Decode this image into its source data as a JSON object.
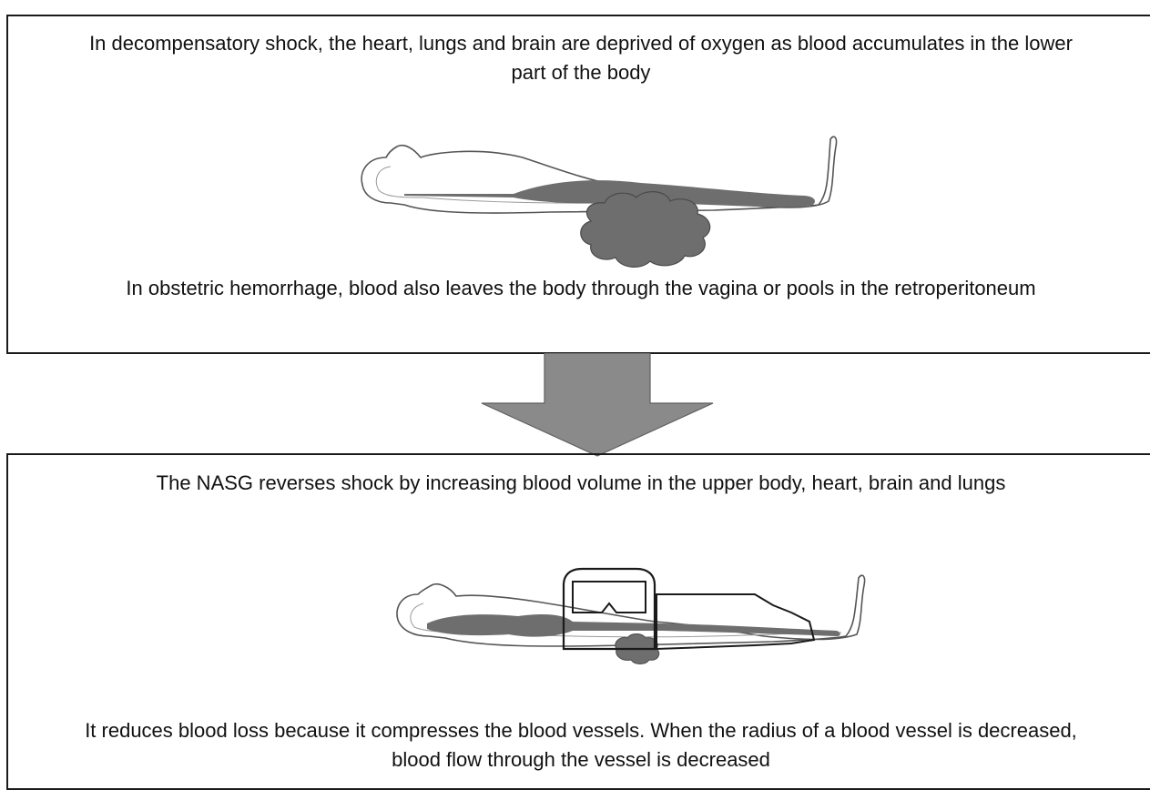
{
  "top_panel": {
    "caption_primary": "In decompensatory shock, the heart, lungs and brain are deprived of oxygen as blood accumulates in the lower part of the body",
    "caption_secondary": "In obstetric hemorrhage, blood also leaves the body through the vagina or pools in the retroperitoneum"
  },
  "bottom_panel": {
    "caption_primary": "The NASG reverses shock by increasing blood volume in the upper body, heart, brain and lungs",
    "caption_secondary": "It reduces blood loss because it compresses the blood vessels. When the radius of a blood vessel is decreased, blood flow through the vessel is decreased"
  },
  "colors": {
    "border": "#1a1a1a",
    "arrow_fill": "#8a8a8a",
    "blood_fill": "#6e6e6e",
    "body_outline": "#555555"
  },
  "icons": {
    "flow_arrow": "down-arrow-icon"
  }
}
